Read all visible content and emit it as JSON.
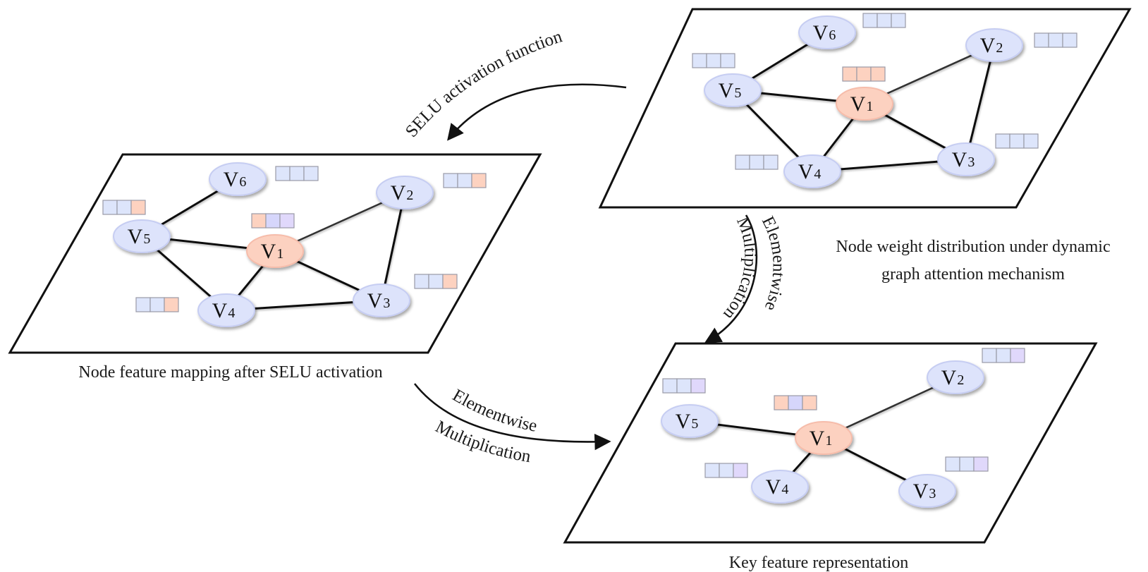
{
  "colors": {
    "node_default": "#dde3fb",
    "node_default_stroke": "#c6cdf2",
    "node_center": "#fcd1c0",
    "node_center_stroke": "#f6bcaa",
    "cell_blue": "#dde5fb",
    "cell_orange": "#fdd2c0",
    "cell_purple": "#d6d6fb",
    "cell_lavender": "#e0d8fb"
  },
  "panels": [
    {
      "id": "attention",
      "caption_lines": [
        "Node weight distribution under dynamic",
        "graph attention mechanism"
      ],
      "nodes": [
        {
          "id": "V1",
          "main": "V",
          "sub": "1",
          "center": true,
          "features": [
            "orange",
            "orange",
            "orange"
          ]
        },
        {
          "id": "V2",
          "main": "V",
          "sub": "2",
          "center": false,
          "features": [
            "blue",
            "blue",
            "blue"
          ]
        },
        {
          "id": "V3",
          "main": "V",
          "sub": "3",
          "center": false,
          "features": [
            "blue",
            "blue",
            "blue"
          ]
        },
        {
          "id": "V4",
          "main": "V",
          "sub": "4",
          "center": false,
          "features": [
            "blue",
            "blue",
            "blue"
          ]
        },
        {
          "id": "V5",
          "main": "V",
          "sub": "5",
          "center": false,
          "features": [
            "blue",
            "blue",
            "blue"
          ]
        },
        {
          "id": "V6",
          "main": "V",
          "sub": "6",
          "center": false,
          "features": [
            "blue",
            "blue",
            "blue"
          ]
        }
      ],
      "edges": [
        [
          "V5",
          "V6"
        ],
        [
          "V5",
          "V1"
        ],
        [
          "V5",
          "V4"
        ],
        [
          "V1",
          "V2"
        ],
        [
          "V1",
          "V3"
        ],
        [
          "V1",
          "V4"
        ],
        [
          "V2",
          "V3"
        ],
        [
          "V4",
          "V3"
        ]
      ]
    },
    {
      "id": "selu",
      "caption_lines": [
        "Node feature mapping after SELU activation"
      ],
      "nodes": [
        {
          "id": "V1",
          "main": "V",
          "sub": "1",
          "center": true,
          "features": [
            "orange",
            "purple",
            "lavender"
          ]
        },
        {
          "id": "V2",
          "main": "V",
          "sub": "2",
          "center": false,
          "features": [
            "blue",
            "blue",
            "orange"
          ]
        },
        {
          "id": "V3",
          "main": "V",
          "sub": "3",
          "center": false,
          "features": [
            "blue",
            "blue",
            "orange"
          ]
        },
        {
          "id": "V4",
          "main": "V",
          "sub": "4",
          "center": false,
          "features": [
            "blue",
            "blue",
            "orange"
          ]
        },
        {
          "id": "V5",
          "main": "V",
          "sub": "5",
          "center": false,
          "features": [
            "blue",
            "blue",
            "orange"
          ]
        },
        {
          "id": "V6",
          "main": "V",
          "sub": "6",
          "center": false,
          "features": [
            "blue",
            "blue",
            "blue"
          ]
        }
      ],
      "edges": [
        [
          "V5",
          "V6"
        ],
        [
          "V5",
          "V1"
        ],
        [
          "V5",
          "V4"
        ],
        [
          "V1",
          "V2"
        ],
        [
          "V1",
          "V3"
        ],
        [
          "V1",
          "V4"
        ],
        [
          "V2",
          "V3"
        ],
        [
          "V4",
          "V3"
        ]
      ]
    },
    {
      "id": "key",
      "caption_lines": [
        "Key feature representation"
      ],
      "nodes": [
        {
          "id": "V1",
          "main": "V",
          "sub": "1",
          "center": true,
          "features": [
            "orange",
            "purple",
            "orange"
          ]
        },
        {
          "id": "V2",
          "main": "V",
          "sub": "2",
          "center": false,
          "features": [
            "blue",
            "blue",
            "lavender"
          ]
        },
        {
          "id": "V3",
          "main": "V",
          "sub": "3",
          "center": false,
          "features": [
            "blue",
            "blue",
            "lavender"
          ]
        },
        {
          "id": "V4",
          "main": "V",
          "sub": "4",
          "center": false,
          "features": [
            "blue",
            "blue",
            "lavender"
          ]
        },
        {
          "id": "V5",
          "main": "V",
          "sub": "5",
          "center": false,
          "features": [
            "blue",
            "blue",
            "lavender"
          ]
        }
      ],
      "edges": [
        [
          "V5",
          "V1"
        ],
        [
          "V1",
          "V2"
        ],
        [
          "V1",
          "V3"
        ],
        [
          "V1",
          "V4"
        ]
      ]
    }
  ],
  "arrows": [
    {
      "id": "selu-arrow",
      "from": "attention",
      "to": "selu",
      "label_lines": [
        "SELU activation function"
      ]
    },
    {
      "id": "mult-arrow-vertical",
      "from": "attention",
      "to": "key",
      "label_lines": [
        "Elementwise",
        "Multiplication"
      ]
    },
    {
      "id": "mult-arrow-horizontal",
      "from": "selu",
      "to": "key",
      "label_lines": [
        "Elementwise",
        "Multiplication"
      ]
    }
  ]
}
